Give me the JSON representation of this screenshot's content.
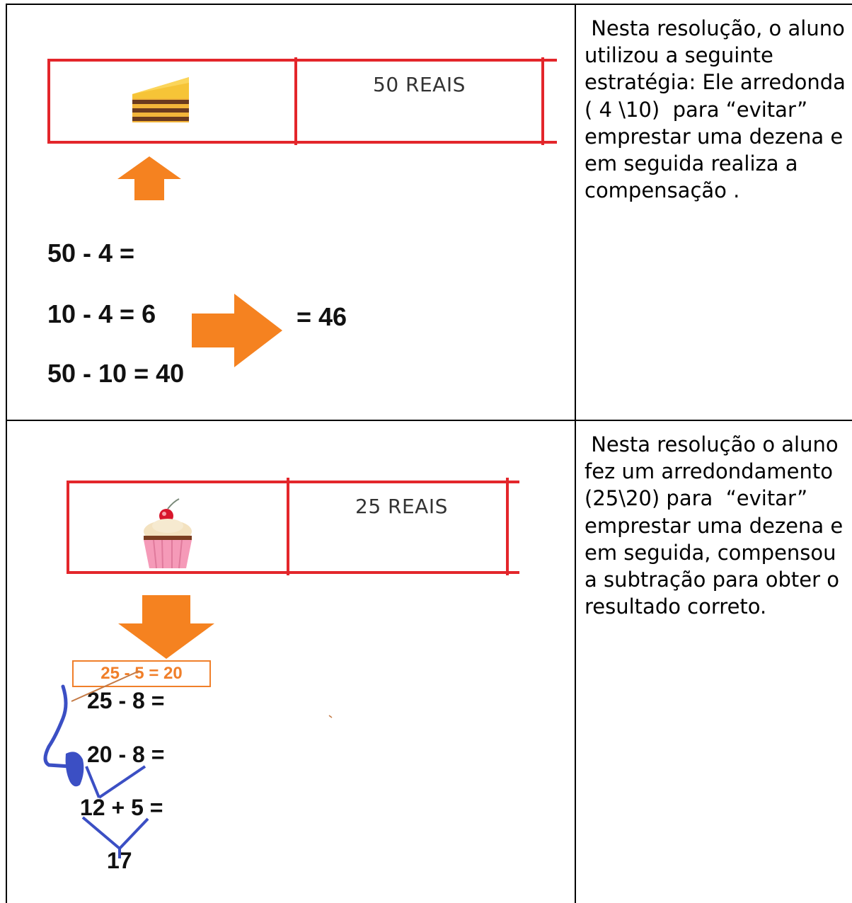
{
  "rows": [
    {
      "illustration": {
        "food_icon": "cake-slice-icon",
        "price_label": "50 REAIS",
        "arrow_icon": "arrow-up-icon",
        "equations": [
          "50 - 4 =",
          "10 - 4 = 6",
          "50 - 10 = 40"
        ],
        "result_arrow_icon": "arrow-right-icon",
        "result": "= 46"
      },
      "description": " Nesta resolução, o aluno utilizou a seguinte estratégia: Ele arredonda ( 4 \\10)  para “evitar” emprestar uma dezena e em seguida realiza a compensação ."
    },
    {
      "illustration": {
        "food_icon": "cupcake-icon",
        "price_label": "25 REAIS",
        "arrow_icon": "arrow-down-icon",
        "boxed_equation": "25 - 5 = 20",
        "equations": [
          "25 - 8 =",
          "20 - 8 =",
          "12 + 5 =",
          "17"
        ]
      },
      "description": " Nesta resolução o aluno fez um arredondamento (25\\20) para  “evitar” emprestar uma dezena e em seguida, compensou a subtração para obter o resultado correto."
    }
  ],
  "colors": {
    "table_border": "#000000",
    "price_box": "#e3262b",
    "arrow": "#f58220",
    "annotation": "#3b4fc4"
  }
}
